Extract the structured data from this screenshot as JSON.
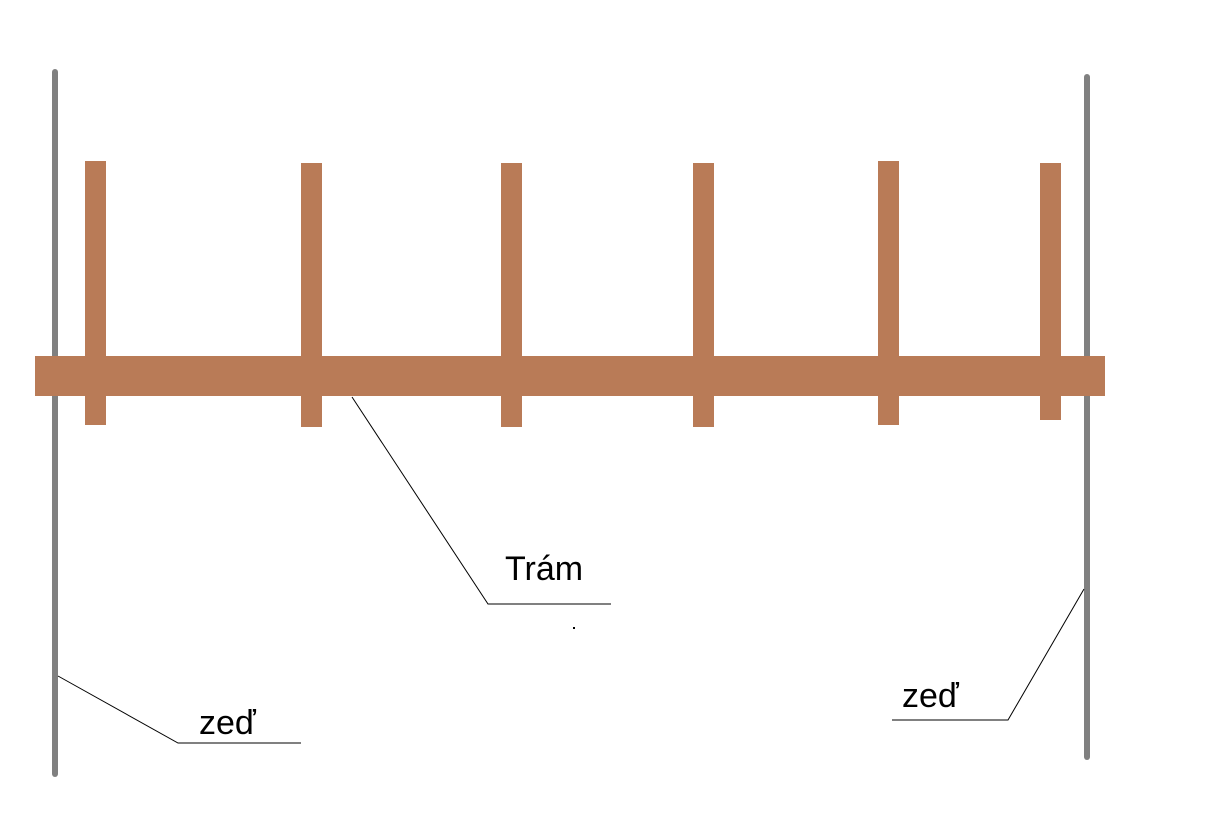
{
  "labels": {
    "beam": "Trám",
    "wall_left": "zeď",
    "wall_right": "zeď"
  },
  "colors": {
    "wood": "#b97b57",
    "wall": "#808080",
    "leader_line": "#000000",
    "background": "#ffffff"
  }
}
